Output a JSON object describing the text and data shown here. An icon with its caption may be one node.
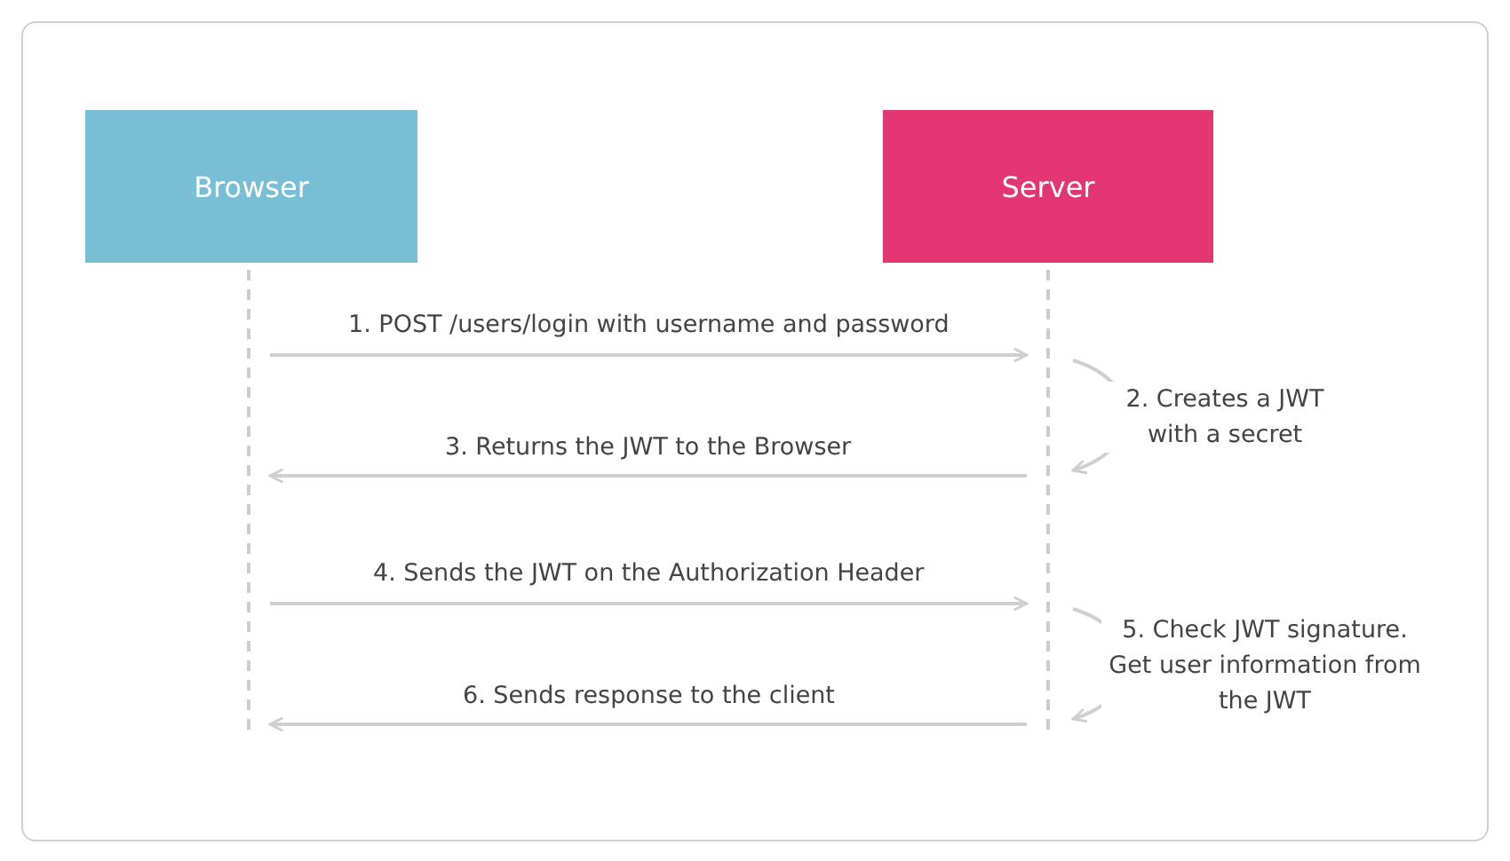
{
  "diagram": {
    "nodes": [
      {
        "text": [
          "Browser"
        ]
      },
      {
        "text": [
          "Server"
        ]
      }
    ],
    "edges": [
      {
        "from": 0,
        "to": 1,
        "arrow": "to",
        "label": "1. POST /users/login with username and password"
      },
      {
        "from": 1,
        "to": 1,
        "arrow": "to",
        "label": "2. Creates a JWT with a secret"
      },
      {
        "from": 1,
        "to": 0,
        "arrow": "to",
        "label": "3. Returns the JWT to the Browser"
      },
      {
        "from": 0,
        "to": 1,
        "arrow": "to",
        "label": "4. Sends the JWT on the Authorization Header"
      },
      {
        "from": 1,
        "to": 1,
        "arrow": "to",
        "label": "5. Check JWT signature. Get user information from the JWT"
      },
      {
        "from": 1,
        "to": 0,
        "arrow": "to",
        "label": "6. Sends response to the client"
      }
    ]
  }
}
